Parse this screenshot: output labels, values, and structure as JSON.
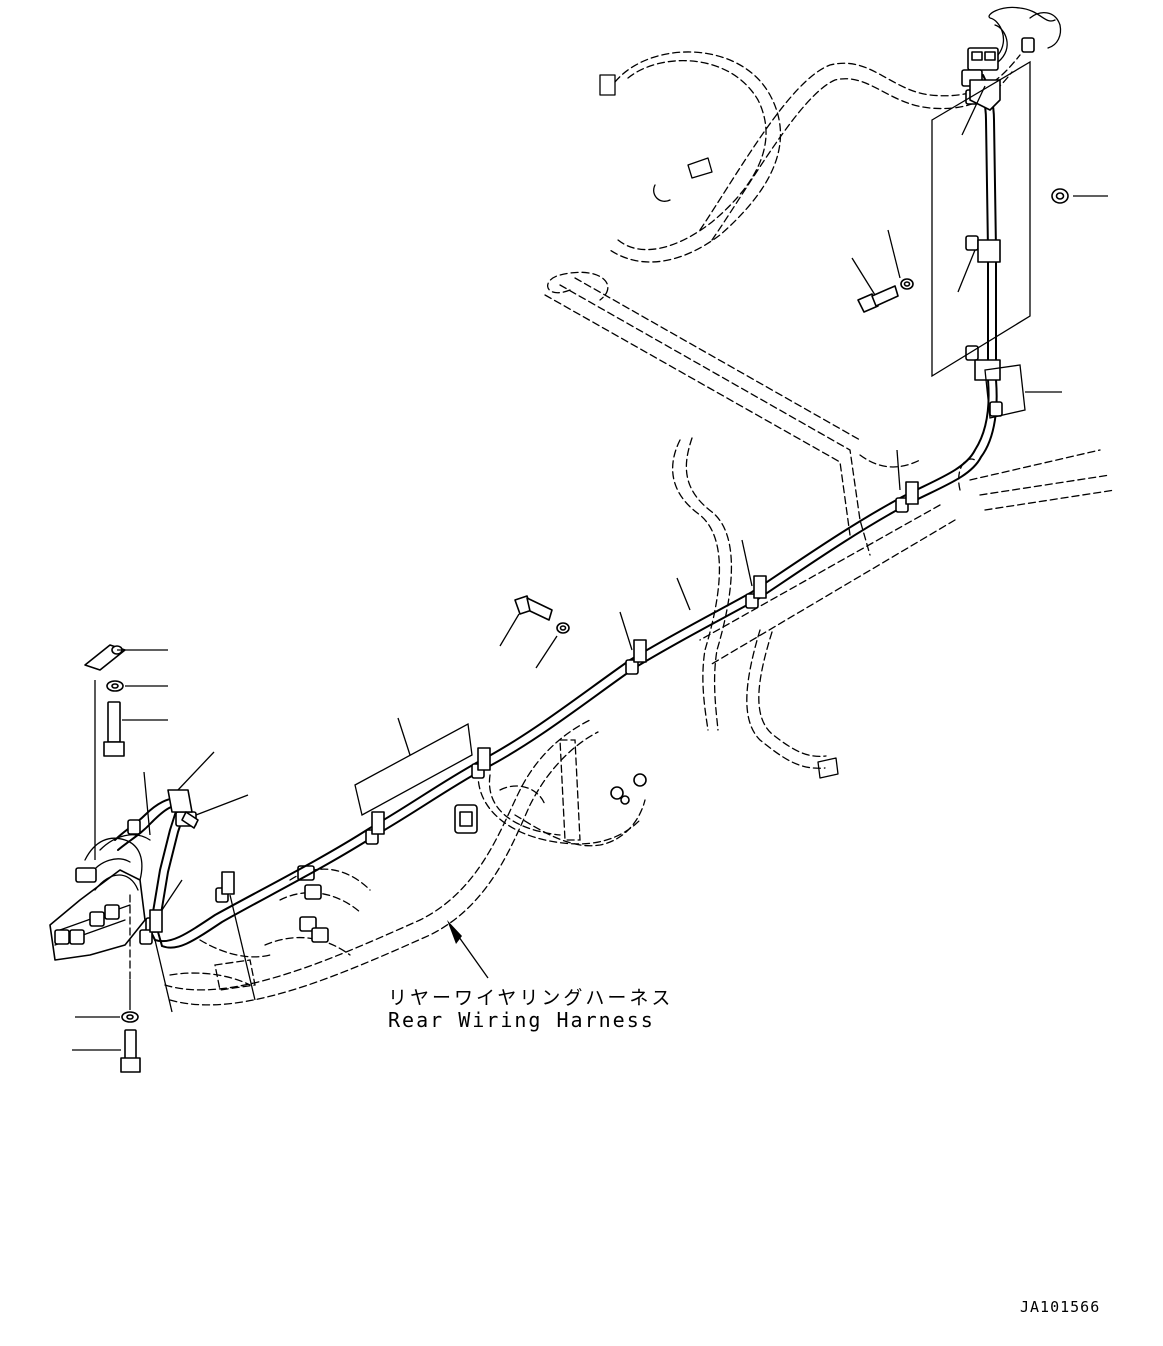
{
  "diagram": {
    "harness_label_jp": "リヤーワイヤリングハーネス",
    "harness_label_en": "Rear Wiring Harness",
    "drawing_number": "JA101566"
  }
}
